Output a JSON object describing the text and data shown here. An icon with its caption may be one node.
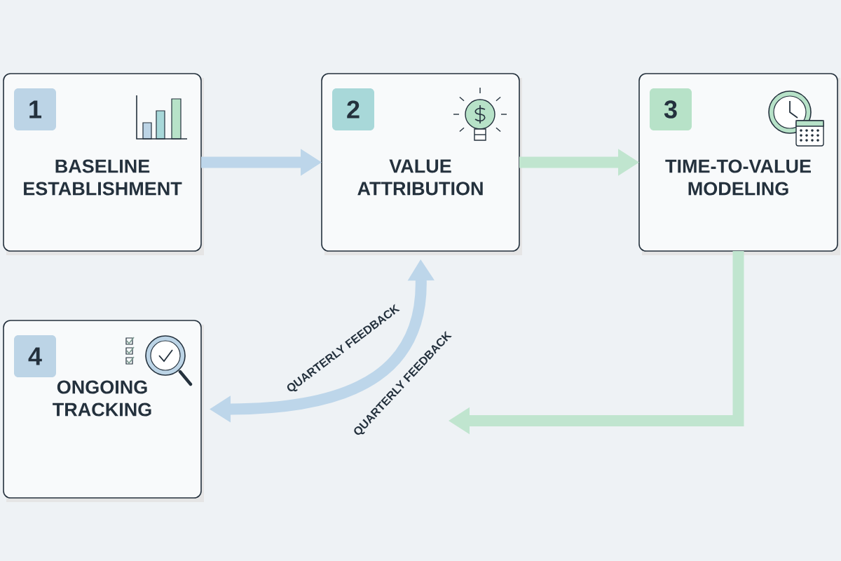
{
  "diagram": {
    "nodes": [
      {
        "text": [
          "1",
          "BASELINE ESTABLISHMENT"
        ]
      },
      {
        "text": [
          "2",
          "VALUE ATTRIBUTION"
        ]
      },
      {
        "text": [
          "3",
          "TIME-TO-VALUE MODELING"
        ]
      },
      {
        "text": [
          "4",
          "ONGOING TRACKING"
        ]
      }
    ],
    "edges": [
      {
        "from": 0,
        "to": 1,
        "arrow": "to",
        "color": "#bdd6ea"
      },
      {
        "from": 1,
        "to": 2,
        "arrow": "to",
        "color": "#c0e5cf"
      },
      {
        "from": 2,
        "to": null,
        "arrow": "to",
        "color": "#c0e5cf"
      },
      {
        "from": 3,
        "to": 1,
        "arrow": "both",
        "label": "QUARTERLY FEEDBACK",
        "color": "#bdd6ea"
      }
    ],
    "labels": [
      "QUARTERLY FEEDBACK"
    ]
  }
}
